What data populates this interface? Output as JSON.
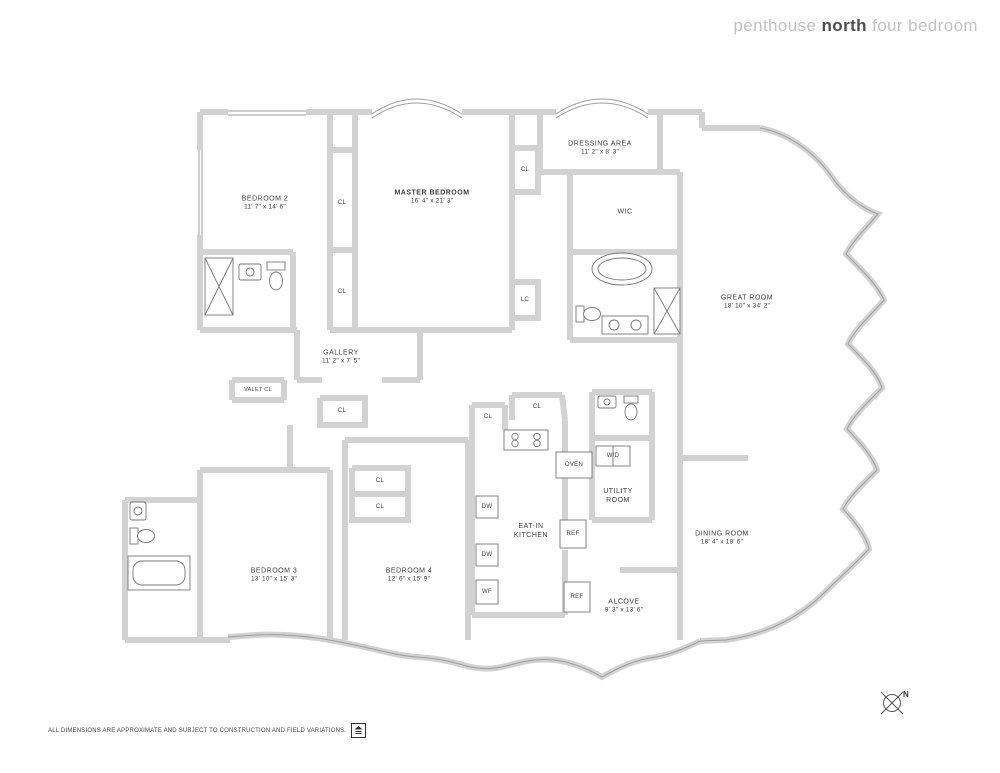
{
  "header": {
    "title_part1": "penthouse",
    "title_part2": "north",
    "title_part3": "four bedroom"
  },
  "rooms": {
    "bedroom2": {
      "name": "BEDROOM 2",
      "dims": "11' 7\" x 14' 6\""
    },
    "master": {
      "name": "MASTER BEDROOM",
      "dims": "16' 4\" x 21' 3\""
    },
    "dressing": {
      "name": "DRESSING AREA",
      "dims": "11' 2\" x 8' 3\""
    },
    "wic": {
      "name": "WIC"
    },
    "greatroom": {
      "name": "GREAT ROOM",
      "dims": "18' 10\" x 34' 2\""
    },
    "gallery": {
      "name": "GALLERY",
      "dims": "11' 2\" x 7' 5\""
    },
    "kitchen": {
      "name": "EAT-IN KITCHEN"
    },
    "utility": {
      "name": "UTILITY ROOM"
    },
    "bedroom3": {
      "name": "BEDROOM 3",
      "dims": "13' 10\" x 15' 3\""
    },
    "bedroom4": {
      "name": "BEDROOM 4",
      "dims": "12' 6\" x 15' 9\""
    },
    "dining": {
      "name": "DINING ROOM",
      "dims": "18' 4\" x 19' 6\""
    },
    "alcove": {
      "name": "ALCOVE",
      "dims": "9' 3\" x 13' 6\""
    }
  },
  "fixtures": {
    "cl": "CL",
    "lc": "LC",
    "valet": "VALET CL",
    "oven": "OVEN",
    "wd": "W/D",
    "ref": "REF",
    "dw": "DW",
    "wf": "WF"
  },
  "footer": {
    "disclaimer": "ALL DIMENSIONS ARE APPROXIMATE AND SUBJECT TO CONSTRUCTION AND FIELD VARIATIONS."
  },
  "compass": {
    "label": "N"
  },
  "colors": {
    "wall": "#d2d2d2",
    "line": "#9e9e9e",
    "fixture": "#777777",
    "text": "#3c3c3c"
  }
}
